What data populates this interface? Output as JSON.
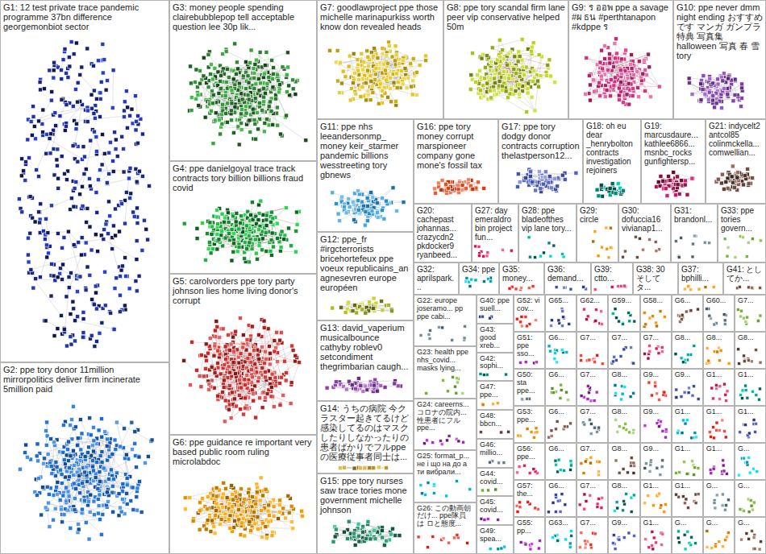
{
  "diagram": {
    "nodes": [
      {
        "text": [
          "G1: 12 test private trace pandemic programme 37bn difference georgemonbiot sector"
        ]
      },
      {
        "text": [
          "G2: ppe tory donor 11million mirrorpolitics deliver firm incinerate 5million paid"
        ]
      },
      {
        "text": [
          "G3: money people spending clairebubblepop tell acceptable question lee 30p lik..."
        ]
      },
      {
        "text": [
          "G4: ppe danielgoyal trace track contracts tory billion billions fraud covid"
        ]
      },
      {
        "text": [
          "G5: carolvorders ppe tory party johnson lies home living donor's corrupt"
        ]
      },
      {
        "text": [
          "G6: ppe guidance re important very based public room ruling microlabdoc"
        ]
      },
      {
        "text": [
          "G7: goodlawproject ppe those michelle marinapurkiss worth know don revealed heads"
        ]
      },
      {
        "text": [
          "G8: ppe tory scandal firm lane peer vip conservative helped 50m"
        ]
      },
      {
        "text": [
          "G9: ร ออพ ppe a savage #ผ ธน #perthtanapon #kdppe ร"
        ]
      },
      {
        "text": [
          "G10: ppe never dmm night ending おすすめです マンガ ガンプラ 特典 写真集 halloween 写真 春 雪 tory"
        ]
      },
      {
        "text": [
          "G11: ppe nhs leeandersonmp_ money keir_starmer pandemic billions wesstreeting tory gbnews"
        ]
      },
      {
        "text": [
          "G12: ppe_fr #irgcterrorists bricehortefeux ppe voeux republicains_an agnesevren europe européen"
        ]
      },
      {
        "text": [
          "G13: david_vaperium musicalbounce cathyby roblev0 setcondiment thegrimbarian caugh..."
        ]
      },
      {
        "text": [
          "G14: うちの病院 今クラスター起きてるけど 感染してるのはマスクしたりしなかったりの患者ばかりでフルppeの医療従事者同士は..."
        ]
      },
      {
        "text": [
          "G15: ppe tory nurses saw trace tories mone government michelle johnson"
        ]
      },
      {
        "text": [
          "G16: ppe tory money corrupt marspioneer company gone mone's fossil tax"
        ]
      },
      {
        "text": [
          "G17: ppe tory dodgy donor contracts corruption thelastperson12..."
        ]
      },
      {
        "text": [
          "G18: oh eu dear _henrybolton contracts investigation rejoiners"
        ]
      },
      {
        "text": [
          "G19: marcusdaure... kathlee6866... msnbc_rocks gunfightersp..."
        ]
      },
      {
        "text": [
          "G21: indycelt2 antcol85 colinmckella... comwellian..."
        ]
      },
      {
        "text": [
          "G20: cachepast johannas... crazycdn2 pkdocker9 ryanbeed..."
        ]
      },
      {
        "text": [
          "G27: day emeraldrobin project fun..."
        ]
      },
      {
        "text": [
          "G28: ppe bladeofthes vip lane tory..."
        ]
      },
      {
        "text": [
          "G29: circle"
        ]
      },
      {
        "text": [
          "G30: dofuccia16 vivianap1..."
        ]
      },
      {
        "text": [
          "G31: brandonl..."
        ]
      },
      {
        "text": [
          "G33: ppe tories govern..."
        ]
      },
      {
        "text": [
          "G32: aprilspark..."
        ]
      },
      {
        "text": [
          "G34: ppe"
        ]
      },
      {
        "text": [
          "G35: money..."
        ]
      },
      {
        "text": [
          "G36: demand..."
        ]
      },
      {
        "text": [
          "G39: ctto..."
        ]
      },
      {
        "text": [
          "G38: 30 そしてタ..."
        ]
      },
      {
        "text": [
          "G37: bphilli..."
        ]
      },
      {
        "text": [
          "G41: とし てか..."
        ]
      },
      {
        "text": [
          "G22: europe joseramo... pp ppe cabi..."
        ]
      },
      {
        "text": [
          "G23: health ppe nhs_covid... masks lying..."
        ]
      },
      {
        "text": [
          "G24: careerns... コロナの院内... 性患者にフル ppe..."
        ]
      },
      {
        "text": [
          "G25: format_p... не і що на до а ти вибрали..."
        ]
      },
      {
        "text": [
          "G26: この動画朝だけ... ppe隊員は ロと態度..."
        ]
      },
      {
        "text": [
          "G40: ppe suell..."
        ]
      },
      {
        "text": [
          "G43: good xreb..."
        ]
      },
      {
        "text": [
          "G42: sophi..."
        ]
      },
      {
        "text": [
          "G47: ppe..."
        ]
      },
      {
        "text": [
          "G48: bbcn..."
        ]
      },
      {
        "text": [
          "G46: millio..."
        ]
      },
      {
        "text": [
          "G44: covid..."
        ]
      },
      {
        "text": [
          "G45: covid..."
        ]
      },
      {
        "text": [
          "G49: spea..."
        ]
      },
      {
        "text": [
          "G52: vi cov..."
        ]
      },
      {
        "text": [
          "G65..."
        ]
      },
      {
        "text": [
          "G62..."
        ]
      },
      {
        "text": [
          "G59..."
        ]
      },
      {
        "text": [
          "G58..."
        ]
      },
      {
        "text": [
          "G6..."
        ]
      },
      {
        "text": [
          "G60..."
        ]
      },
      {
        "text": [
          "G7..."
        ]
      },
      {
        "text": [
          "G51: ppe sso..."
        ]
      },
      {
        "text": [
          "G6..."
        ]
      },
      {
        "text": [
          "G7..."
        ]
      },
      {
        "text": [
          "G7..."
        ]
      },
      {
        "text": [
          "G7..."
        ]
      },
      {
        "text": [
          "G8..."
        ]
      },
      {
        "text": [
          "G8..."
        ]
      },
      {
        "text": [
          "G8..."
        ]
      },
      {
        "text": [
          "G50: sta ppe..."
        ]
      },
      {
        "text": [
          "G6..."
        ]
      },
      {
        "text": [
          "G7..."
        ]
      },
      {
        "text": [
          "G8..."
        ]
      },
      {
        "text": [
          "G9..."
        ]
      },
      {
        "text": [
          "G9..."
        ]
      },
      {
        "text": [
          "G1..."
        ]
      },
      {
        "text": [
          "G1..."
        ]
      },
      {
        "text": [
          "G53: ppe..."
        ]
      },
      {
        "text": [
          "G6..."
        ]
      },
      {
        "text": [
          "G7..."
        ]
      },
      {
        "text": [
          "G8..."
        ]
      },
      {
        "text": [
          "G9..."
        ]
      },
      {
        "text": [
          "G1..."
        ]
      },
      {
        "text": [
          "G1..."
        ]
      },
      {
        "text": [
          "G1..."
        ]
      },
      {
        "text": [
          "G56: ppe..."
        ]
      },
      {
        "text": [
          "G6..."
        ]
      },
      {
        "text": [
          "G7..."
        ]
      },
      {
        "text": [
          "G8..."
        ]
      },
      {
        "text": [
          "G9..."
        ]
      },
      {
        "text": [
          "G1..."
        ]
      },
      {
        "text": [
          "G1..."
        ]
      },
      {
        "text": [
          "G..."
        ]
      },
      {
        "text": [
          "G57: the..."
        ]
      },
      {
        "text": [
          "G6..."
        ]
      },
      {
        "text": [
          "G7..."
        ]
      },
      {
        "text": [
          "G8..."
        ]
      },
      {
        "text": [
          "G1..."
        ]
      },
      {
        "text": [
          "G1..."
        ]
      },
      {
        "text": [
          "G..."
        ]
      },
      {
        "text": [
          "G..."
        ]
      },
      {
        "text": [
          "G55: pp..."
        ]
      },
      {
        "text": [
          "G63..."
        ]
      },
      {
        "text": [
          "G7..."
        ]
      },
      {
        "text": [
          "G9..."
        ]
      },
      {
        "text": [
          "G1..."
        ]
      },
      {
        "text": [
          "G..."
        ]
      },
      {
        "text": [
          "G..."
        ]
      },
      {
        "text": [
          "G..."
        ]
      }
    ]
  }
}
